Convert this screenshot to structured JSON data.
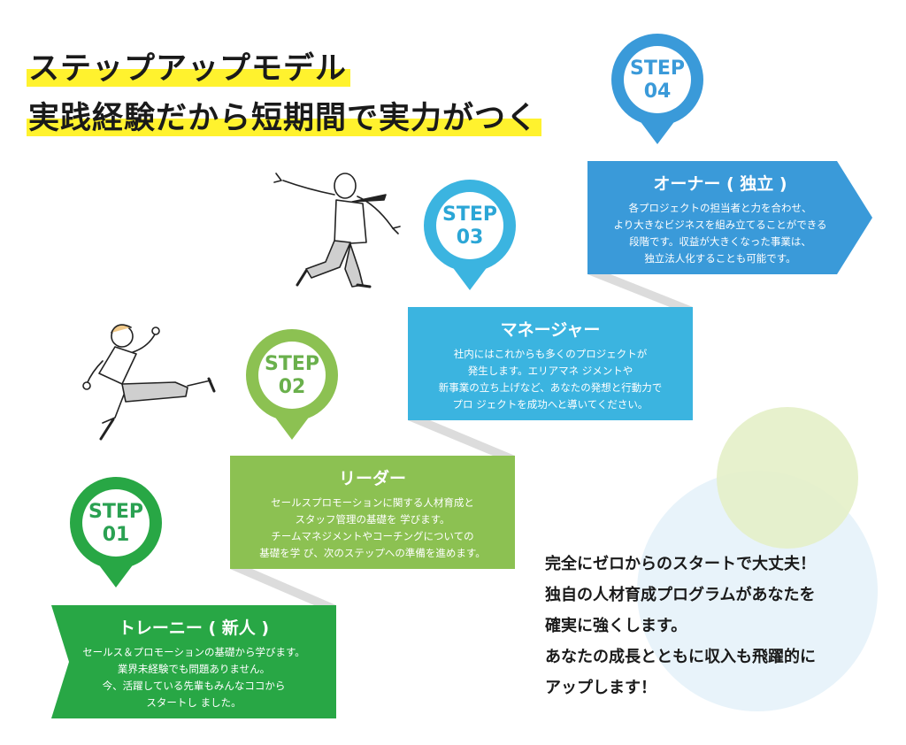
{
  "title": {
    "line1": "ステップアップモデル",
    "line2": "実践経験だから短期間で実力がつく"
  },
  "colors": {
    "step1": "#28a745",
    "step2": "#8cc152",
    "step3": "#3bb4e0",
    "step4": "#3a9ad9",
    "highlight": "#fff22e",
    "stair_shadow": "#dcdcdc"
  },
  "steps": [
    {
      "pin_label": "STEP",
      "pin_number": "01",
      "title": "トレーニー ( 新人 )",
      "body": [
        "セールス＆プロモーションの基礎から学びます。",
        "業界未経験でも問題ありません。",
        "今、活躍している先輩もみんなココから",
        "スタートし ました。"
      ]
    },
    {
      "pin_label": "STEP",
      "pin_number": "02",
      "title": "リーダー",
      "body": [
        "セールスプロモーションに関する人材育成と",
        "スタッフ管理の基礎を 学びます。",
        "チームマネジメントやコーチングについての",
        "基礎を学 び、次のステップへの準備を進めます。"
      ]
    },
    {
      "pin_label": "STEP",
      "pin_number": "03",
      "title": "マネージャー",
      "body": [
        "社内にはこれからも多くのプロジェクトが",
        "発生します。エリアマネ ジメントや",
        "新事業の立ち上げなど、あなたの発想と行動力で",
        "プロ ジェクトを成功へと導いてください。"
      ]
    },
    {
      "pin_label": "STEP",
      "pin_number": "04",
      "title": "オーナー ( 独立 )",
      "body": [
        "各プロジェクトの担当者と力を合わせ、",
        "より大きなビジネスを組み立てることができる",
        "段階です。収益が大きくなった事業は、",
        "独立法人化することも可能です。"
      ]
    }
  ],
  "message": [
    "完全にゼロからのスタートで大丈夫！",
    "独自の人材育成プログラムがあなたを",
    "確実に強くします。",
    "あなたの成長とともに収入も飛躍的に",
    "アップします！"
  ],
  "illustrations": {
    "person1": "jumping-woman-illustration",
    "person2": "jumping-man-illustration"
  }
}
